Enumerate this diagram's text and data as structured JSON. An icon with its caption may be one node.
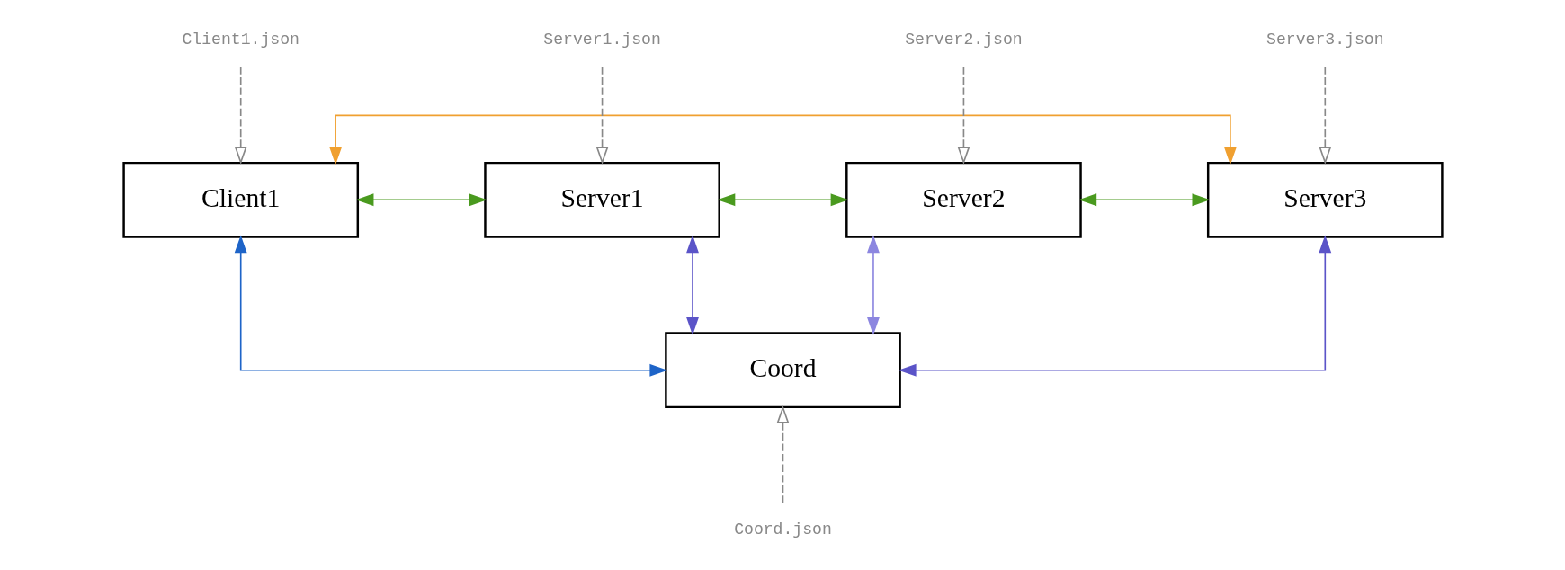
{
  "diagram": {
    "nodes": [
      {
        "text": [
          "Client1"
        ]
      },
      {
        "text": [
          "Server1"
        ]
      },
      {
        "text": [
          "Server2"
        ]
      },
      {
        "text": [
          "Server3"
        ]
      },
      {
        "text": [
          "Coord"
        ]
      },
      {
        "text": [
          "Client1.json"
        ]
      },
      {
        "text": [
          "Server1.json"
        ]
      },
      {
        "text": [
          "Server2.json"
        ]
      },
      {
        "text": [
          "Server3.json"
        ]
      },
      {
        "text": [
          "Coord.json"
        ]
      }
    ],
    "edges": [
      {
        "from": 5,
        "to": 0,
        "arrow": "to",
        "style": "dashed"
      },
      {
        "from": 6,
        "to": 1,
        "arrow": "to",
        "style": "dashed"
      },
      {
        "from": 7,
        "to": 2,
        "arrow": "to",
        "style": "dashed"
      },
      {
        "from": 8,
        "to": 3,
        "arrow": "to",
        "style": "dashed"
      },
      {
        "from": 0,
        "to": 1,
        "arrow": "both",
        "color": "#4a9a1f"
      },
      {
        "from": 1,
        "to": 2,
        "arrow": "both",
        "color": "#4a9a1f"
      },
      {
        "from": 2,
        "to": 3,
        "arrow": "both",
        "color": "#4a9a1f"
      },
      {
        "from": 0,
        "to": 3,
        "arrow": "both",
        "color": "#f0a030"
      },
      {
        "from": 0,
        "to": 4,
        "arrow": "both",
        "color": "#1e64c8"
      },
      {
        "from": 1,
        "to": 4,
        "arrow": "both",
        "color": "#5b54c8"
      },
      {
        "from": 2,
        "to": 4,
        "arrow": "both",
        "color": "#8c86e0"
      },
      {
        "from": 3,
        "to": 4,
        "arrow": "both",
        "color": "#5b54c8"
      },
      {
        "from": 9,
        "to": 4,
        "arrow": "to",
        "style": "dashed"
      }
    ]
  }
}
